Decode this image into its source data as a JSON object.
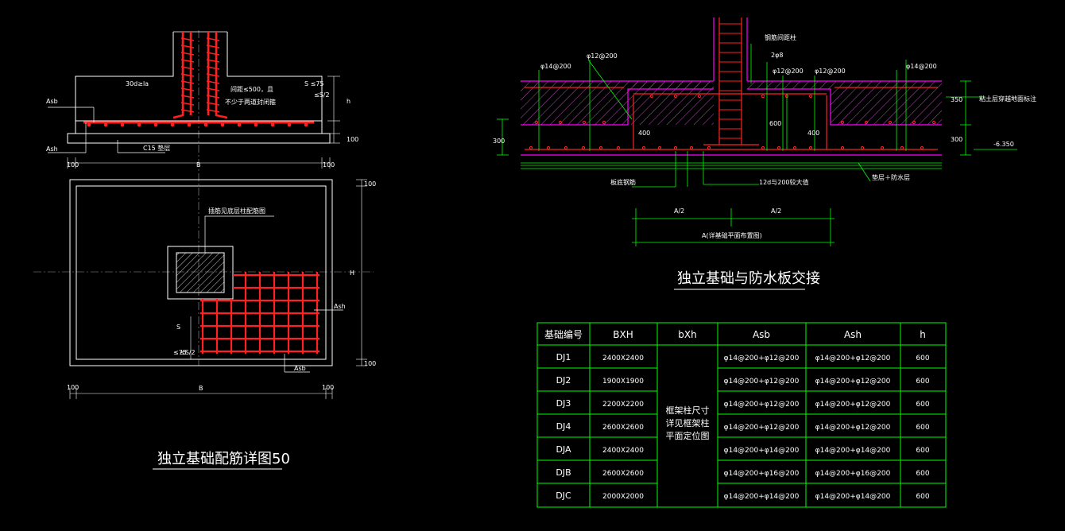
{
  "left": {
    "title": "独立基础配筋详图50",
    "labels": {
      "asb_top": "Asb",
      "ash_bottom": "Ash",
      "c15": "C15 垫层",
      "B_top": "B",
      "dim_100_l": "100",
      "dim_100_r": "100",
      "spacing_note1": "间距≤500，且",
      "spacing_note2": "不少于两道封闭箍",
      "s_le_75": "S ≤75",
      "s_half": "≤S/2",
      "h": "h",
      "dim_100_v": "100",
      "la_note": "30d≥la",
      "column_note": "插筋见底层柱配筋图",
      "Asb_plan": "Ash",
      "Asb_plan2": "Asb",
      "H": "H",
      "B_bottom": "B",
      "s_plan": "S",
      "s75_plan": "≤75",
      "s2_plan": "≤S/2",
      "dim_100_b1": "100",
      "dim_100_b2": "100",
      "dim_100_t": "100",
      "dim_100_bt": "100"
    }
  },
  "right": {
    "title": "独立基础与防水板交接",
    "labels": {
      "phi14_200_l": "φ14@200",
      "phi12_200_l": "φ12@200",
      "col_rebar": "钢筋间距柱",
      "two_phi8": "2φ8",
      "phi12_200_m": "φ12@200",
      "phi12_200_r": "φ12@200",
      "phi14_200_r": "φ14@200",
      "d350": "350",
      "d300_l": "300",
      "d300_r": "300",
      "d600": "600",
      "d400_l": "400",
      "d400_r": "400",
      "elev": "-6.350",
      "soil_note": "粘土层穿越地面标注",
      "bottom_rebar": "板底钢筋",
      "lap": "12d与200较大值",
      "waterproof": "垫层＋防水层",
      "A_half_l": "A/2",
      "A_half_r": "A/2",
      "A_note": "A(详基础平面布置图)"
    }
  },
  "table": {
    "headers": [
      "基础编号",
      "BXH",
      "bXh",
      "Asb",
      "Ash",
      "h"
    ],
    "merged_note": [
      "框架柱尺寸",
      "详见框架柱",
      "平面定位图"
    ],
    "rows": [
      [
        "DJ1",
        "2400X2400",
        "φ14@200+φ12@200",
        "φ14@200+φ12@200",
        "600"
      ],
      [
        "DJ2",
        "1900X1900",
        "φ14@200+φ12@200",
        "φ14@200+φ12@200",
        "600"
      ],
      [
        "DJ3",
        "2200X2200",
        "φ14@200+φ12@200",
        "φ14@200+φ12@200",
        "600"
      ],
      [
        "DJ4",
        "2600X2600",
        "φ14@200+φ12@200",
        "φ14@200+φ12@200",
        "600"
      ],
      [
        "DJA",
        "2400X2400",
        "φ14@200+φ14@200",
        "φ14@200+φ14@200",
        "600"
      ],
      [
        "DJB",
        "2600X2600",
        "φ14@200+φ16@200",
        "φ14@200+φ16@200",
        "600"
      ],
      [
        "DJC",
        "2000X2000",
        "φ14@200+φ14@200",
        "φ14@200+φ14@200",
        "600"
      ]
    ]
  },
  "colors": {
    "red": "#ff2020",
    "green": "#00ff00",
    "white": "#ffffff",
    "magenta": "#ff00ff",
    "grey": "#9a9a9a",
    "yellow": "#ffff00",
    "hatch": "#a040a0"
  }
}
